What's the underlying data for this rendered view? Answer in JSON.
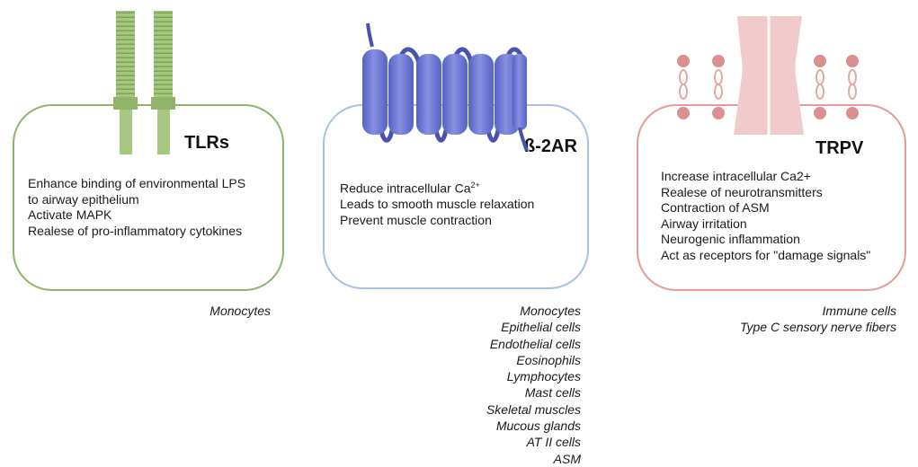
{
  "colors": {
    "tlr": "#8fb46a",
    "b2ar": "#6f78cf",
    "trpv": "#e0a0a0"
  },
  "tlr": {
    "title": "TLRs",
    "effects": [
      "Enhance binding of environmental LPS",
      "to airway epithelium",
      "Activate MAPK",
      "Realese of pro-inflammatory cytokines"
    ],
    "cells": [
      "Monocytes"
    ]
  },
  "b2ar": {
    "title": "ß-2AR",
    "effects": {
      "line1": "Reduce intracellular Ca",
      "line1_sup": "2+",
      "line2": "Leads to smooth muscle relaxation",
      "line3": "Prevent muscle contraction"
    },
    "cells": [
      "Monocytes",
      "Epithelial cells",
      "Endothelial cells",
      "Eosinophils",
      "Lymphocytes",
      "Mast cells",
      "Skeletal muscles",
      "Mucous glands",
      "AT II cells",
      "ASM"
    ]
  },
  "trpv": {
    "title": "TRPV",
    "effects": [
      "Increase intracellular Ca2+",
      "Realese of  neurotransmitters",
      "Contraction of ASM",
      "Airway irritation",
      "Neurogenic inflammation",
      "Act as receptors for \"damage signals\""
    ],
    "cells": [
      "Immune cells",
      "Type C sensory nerve fibers"
    ]
  }
}
